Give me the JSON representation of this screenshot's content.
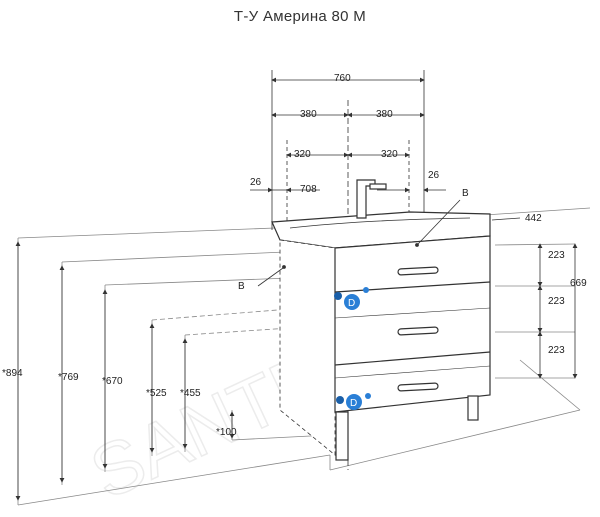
{
  "title": "Т-У Америна 80 М",
  "watermark": "SANTEH.by",
  "top_dims": {
    "total_width": "760",
    "half_left": "380",
    "half_right": "380",
    "axis_left": "320",
    "axis_right": "320",
    "inner_width": "708",
    "side_left": "26",
    "side_right": "26"
  },
  "right_dims": {
    "depth": "442",
    "drawer_1": "223",
    "drawer_2": "223",
    "drawer_3": "223",
    "body_height": "669"
  },
  "left_dims": {
    "total_height": "*894",
    "h_769": "*769",
    "h_670": "*670",
    "h_525": "*525",
    "h_455": "*455",
    "leg_height": "*100"
  },
  "labels": {
    "point_b_left": "B",
    "point_b_right": "B",
    "marker_d_upper": "D",
    "marker_d_lower": "D"
  },
  "colors": {
    "line": "#333333",
    "marker_blue": "#2a7fd6",
    "marker_dark": "#1a5fa8",
    "watermark": "#ececec"
  }
}
